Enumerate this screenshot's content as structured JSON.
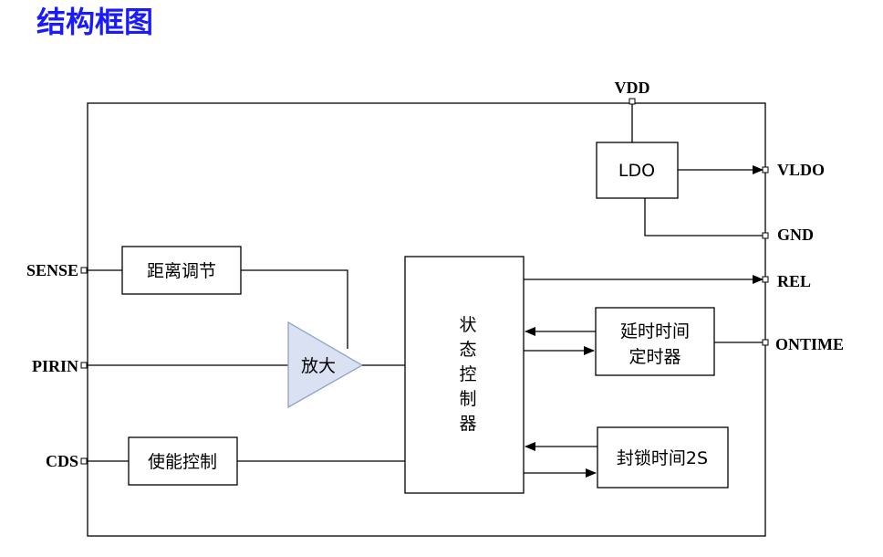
{
  "title": "结构框图",
  "colors": {
    "title": "#1a1aff",
    "amplifier_fill": "#d9e1f2",
    "amplifier_stroke": "#8ea3c8"
  },
  "pins": {
    "vdd": "VDD",
    "vldo": "VLDO",
    "gnd": "GND",
    "rel": "REL",
    "ontime": "ONTIME",
    "sense": "SENSE",
    "pirin": "PIRIN",
    "cds": "CDS"
  },
  "blocks": {
    "ldo": "LDO",
    "distance": "距离调节",
    "amplifier": "放大",
    "state_chars": [
      "状",
      "态",
      "控",
      "制",
      "器"
    ],
    "delay_line1": "延时时间",
    "delay_line2": "定时器",
    "enable": "使能控制",
    "lockout": "封锁时间2S"
  }
}
